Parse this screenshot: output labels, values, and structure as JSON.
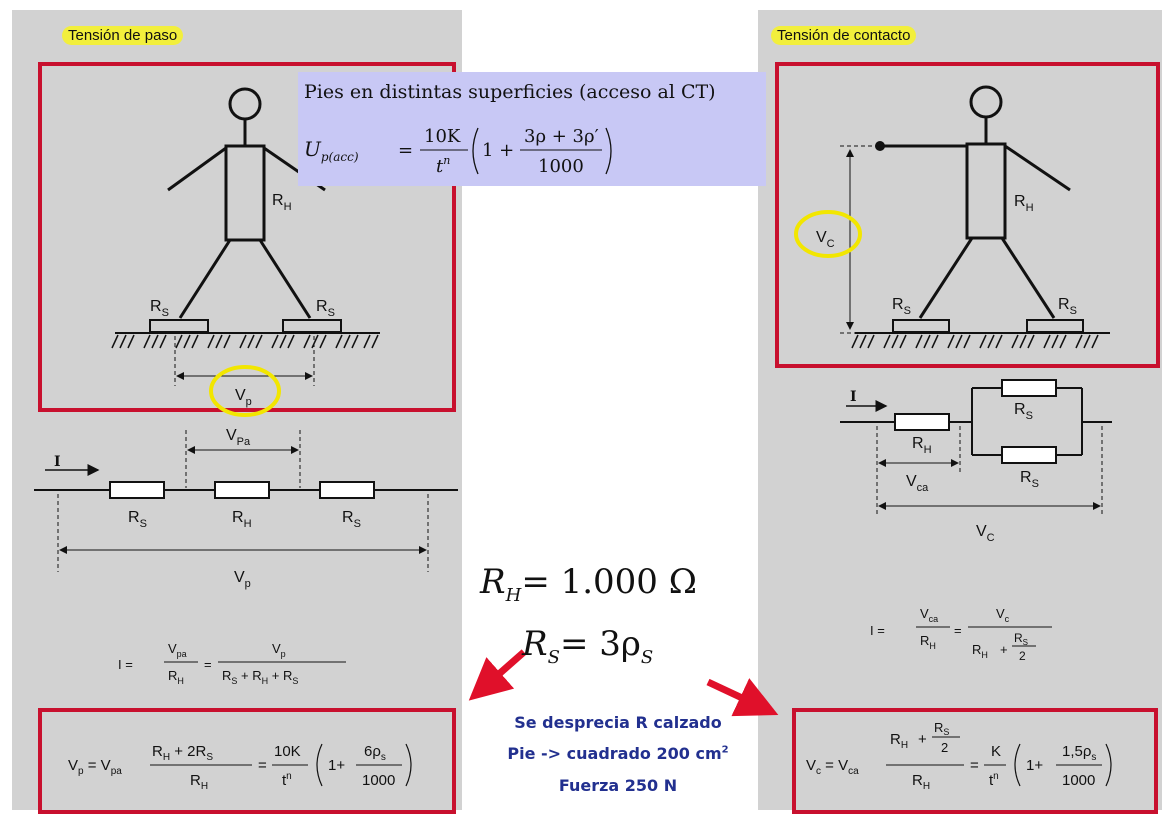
{
  "left_panel": {
    "title": "Tensión de paso",
    "figure_labels": {
      "rh": "R",
      "rh_sub": "H",
      "rs": "R",
      "rs_sub": "S",
      "vp": "V",
      "vp_sub": "p"
    },
    "circuit": {
      "current": "I",
      "vpa": "V",
      "vpa_sub": "Pa",
      "rs": "R",
      "rs_sub": "S",
      "rh": "R",
      "rh_sub": "H",
      "vp": "V",
      "vp_sub": "p"
    },
    "current_eq": {
      "lhs": "I =",
      "num1": "V",
      "num1_sub": "pa",
      "den1": "R",
      "den1_sub": "H",
      "eq": "=",
      "num2": "V",
      "num2_sub": "p",
      "den2": "R",
      "den2_sub": "S",
      "den2_rest": " + R",
      "den2_rest_sub": "H",
      "den2_tail": " + R",
      "den2_tail_sub": "S"
    },
    "result_eq": {
      "text1": "V",
      "sub1": "p",
      "text2": " = V",
      "sub2": "pa",
      "frac_num": "R",
      "frac_num_sub": "H",
      "frac_num_tail": " + 2R",
      "frac_num_tail_sub": "S",
      "frac_den": "R",
      "frac_den_sub": "H",
      "eq": "=",
      "k_num": "10K",
      "k_den": "t",
      "k_den_sup": "n",
      "paren_one": "1+",
      "rho_num": "6ρ",
      "rho_sub": "s",
      "rho_den": "1000"
    }
  },
  "right_panel": {
    "title": "Tensión de contacto",
    "figure_labels": {
      "rh": "R",
      "rh_sub": "H",
      "rs": "R",
      "rs_sub": "S",
      "vc": "V",
      "vc_sub": "C"
    },
    "circuit": {
      "current": "I",
      "rh": "R",
      "rh_sub": "H",
      "rs": "R",
      "rs_sub": "S",
      "vca": "V",
      "vca_sub": "ca",
      "vc": "V",
      "vc_sub": "C"
    },
    "current_eq": {
      "lhs": "I =",
      "num1": "V",
      "num1_sub": "ca",
      "den1": "R",
      "den1_sub": "H",
      "eq": "=",
      "num2": "V",
      "num2_sub": "c",
      "den2": "R",
      "den2_sub": "H",
      "plus": "+",
      "rs_num": "R",
      "rs_num_sub": "S",
      "rs_den": "2"
    },
    "result_eq": {
      "text1": "V",
      "sub1": "c",
      "text2": " = V",
      "sub2": "ca",
      "frac_num": "R",
      "frac_num_sub": "H",
      "frac_plus": "+",
      "inner_num": "R",
      "inner_num_sub": "S",
      "inner_den": "2",
      "frac_den": "R",
      "frac_den_sub": "H",
      "eq": "=",
      "k_num": "K",
      "k_den": "t",
      "k_den_sup": "n",
      "paren_one": "1+",
      "rho_num": "1,5ρ",
      "rho_sub": "s",
      "rho_den": "1000"
    }
  },
  "formula_box": {
    "caption": "Pies en distintas superficies (acceso al CT)",
    "lhs": "U",
    "lhs_sub": "p(acc)",
    "eq": "=",
    "num": "10K",
    "den": "t",
    "den_sup": "n",
    "one_plus": "1 +",
    "inner_num": "3ρ + 3ρ′",
    "inner_den": "1000"
  },
  "center": {
    "rh_line": {
      "sym": "R",
      "sub": "H",
      "val": "= 1.000 Ω"
    },
    "rs_line": {
      "sym": "R",
      "sub": "S",
      "val": "= 3ρ",
      "val_sub": "S"
    },
    "notes": [
      "Se desprecia R calzado",
      "Pie -> cuadrado 200 cm",
      "Fuerza 250 N"
    ],
    "note_sup": "2"
  },
  "colors": {
    "panel": "#d2d2d2",
    "frame_red": "#c8102e",
    "highlight_yellow": "#f2ef3c",
    "formula_bg": "#c8c8f5",
    "note_blue": "#22308f",
    "arrow_red": "#e0102a"
  }
}
